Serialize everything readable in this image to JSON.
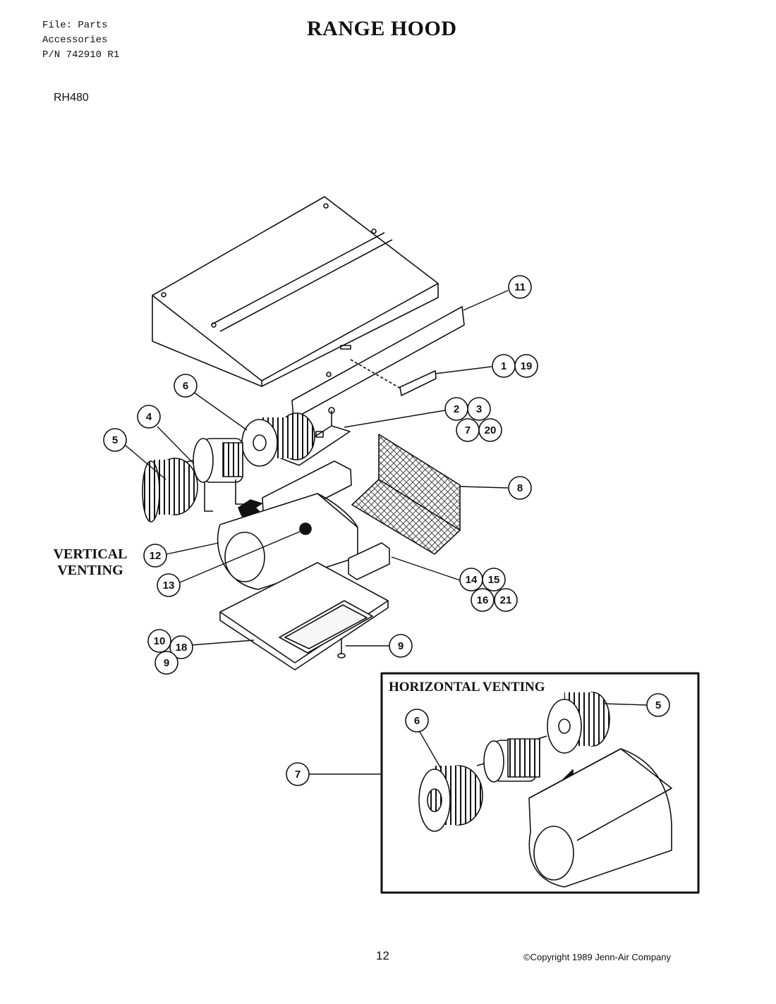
{
  "header": {
    "file_line": "File: Parts",
    "category_line": "Accessories",
    "pn_line": "P/N 742910 R1",
    "title": "RANGE HOOD",
    "model": "RH480"
  },
  "sections": {
    "vertical_line1": "VERTICAL",
    "vertical_line2": "VENTING",
    "horizontal": "HORIZONTAL VENTING"
  },
  "callouts": {
    "c11": "11",
    "c1": "1",
    "c19": "19",
    "c2": "2",
    "c3": "3",
    "c7": "7",
    "c20": "20",
    "c6": "6",
    "c4": "4",
    "c5": "5",
    "c8": "8",
    "c12": "12",
    "c13": "13",
    "c14": "14",
    "c15": "15",
    "c16": "16",
    "c21": "21",
    "c10": "10",
    "c18": "18",
    "c9a": "9",
    "c9b": "9",
    "h5": "5",
    "h6": "6",
    "h7": "7"
  },
  "footer": {
    "page_number": "12",
    "copyright": "©Copyright 1989 Jenn-Air Company"
  }
}
